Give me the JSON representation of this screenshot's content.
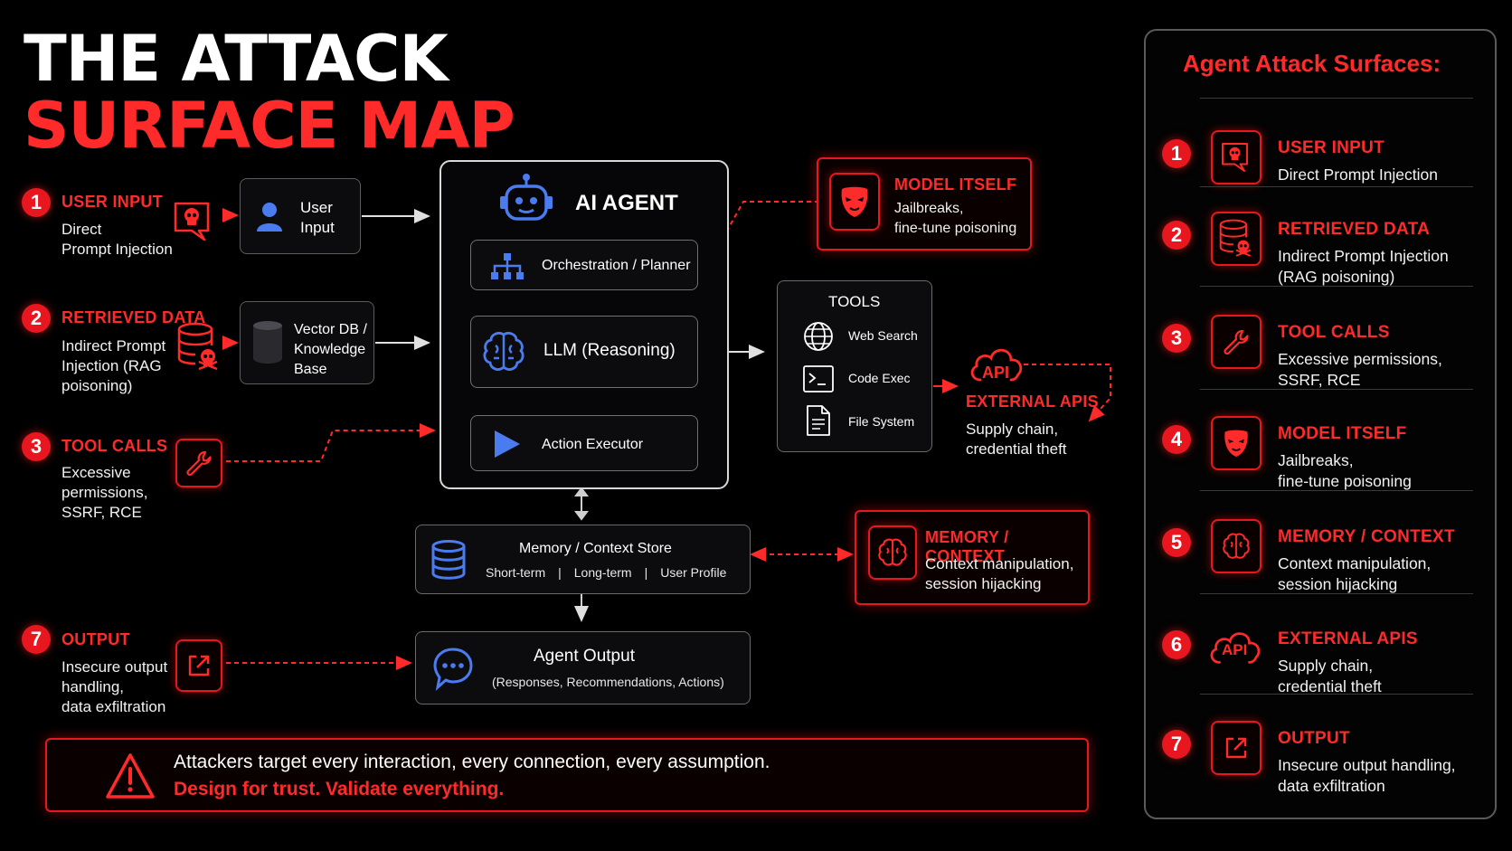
{
  "title": {
    "line1": "THE ATTACK",
    "line2": "SURFACE MAP"
  },
  "left_items": [
    {
      "num": "1",
      "label": "USER INPUT",
      "desc1": "Direct",
      "desc2": "Prompt Injection",
      "icon": "skull-chat-icon"
    },
    {
      "num": "2",
      "label": "RETRIEVED DATA",
      "desc1": "Indirect Prompt",
      "desc2": "Injection (RAG",
      "desc3": "poisoning)",
      "icon": "database-skull-icon"
    },
    {
      "num": "3",
      "label": "TOOL CALLS",
      "desc1": "Excessive",
      "desc2": "permissions,",
      "desc3": "SSRF, RCE",
      "icon": "wrench-icon"
    },
    {
      "num": "7",
      "label": "OUTPUT",
      "desc1": "Insecure output",
      "desc2": "handling,",
      "desc3": "data exfiltration",
      "icon": "external-link-icon"
    }
  ],
  "user_input_box": {
    "line1": "User",
    "line2": "Input"
  },
  "vector_db_box": {
    "line1": "Vector DB /",
    "line2": "Knowledge",
    "line3": "Base"
  },
  "agent": {
    "title": "AI AGENT",
    "orchestration": "Orchestration / Planner",
    "llm": "LLM (Reasoning)",
    "executor": "Action Executor"
  },
  "memory": {
    "title": "Memory / Context Store",
    "short": "Short-term",
    "long": "Long-term",
    "profile": "User Profile",
    "sep": "|"
  },
  "output": {
    "title": "Agent Output",
    "sub": "(Responses, Recommendations, Actions)"
  },
  "tools": {
    "title": "TOOLS",
    "items": [
      "Web Search",
      "Code Exec",
      "File System"
    ]
  },
  "model_threat": {
    "label": "MODEL ITSELF",
    "desc1": "Jailbreaks,",
    "desc2": "fine-tune poisoning"
  },
  "memory_threat": {
    "label": "MEMORY / CONTEXT",
    "desc1": "Context manipulation,",
    "desc2": "session hijacking"
  },
  "external_apis": {
    "icon_text": "API",
    "label": "EXTERNAL APIS",
    "desc1": "Supply chain,",
    "desc2": "credential theft"
  },
  "banner": {
    "line1": "Attackers target every interaction, every connection, every assumption.",
    "line2": "Design for trust. Validate everything."
  },
  "panel": {
    "title": "Agent Attack Surfaces:",
    "items": [
      {
        "num": "1",
        "label": "USER INPUT",
        "desc1": "Direct Prompt Injection",
        "desc2": ""
      },
      {
        "num": "2",
        "label": "RETRIEVED DATA",
        "desc1": "Indirect Prompt Injection",
        "desc2": "(RAG poisoning)"
      },
      {
        "num": "3",
        "label": "TOOL CALLS",
        "desc1": "Excessive permissions,",
        "desc2": "SSRF, RCE"
      },
      {
        "num": "4",
        "label": "MODEL ITSELF",
        "desc1": "Jailbreaks,",
        "desc2": "fine-tune poisoning"
      },
      {
        "num": "5",
        "label": "MEMORY / CONTEXT",
        "desc1": "Context manipulation,",
        "desc2": "session hijacking"
      },
      {
        "num": "6",
        "label": "EXTERNAL APIS",
        "desc1": "Supply chain,",
        "desc2": "credential theft"
      },
      {
        "num": "7",
        "label": "OUTPUT",
        "desc1": "Insecure output handling,",
        "desc2": "data exfiltration"
      }
    ],
    "api_icon_text": "API"
  },
  "colors": {
    "accent": "#e8161e",
    "blue": "#4a7cf0",
    "text": "#ffffff",
    "bg": "#000000"
  }
}
